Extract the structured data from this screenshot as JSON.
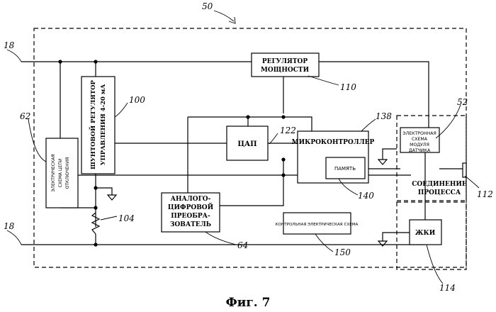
{
  "blocks": {
    "power_regulator": [
      "РЕГУЛЯТОР",
      "МОЩНОСТИ"
    ],
    "shunt_regulator": [
      "ШУНТОВОЙ РЕГУЛЯТОР",
      "УПРАВЛЕНИЯ 4-20 мА"
    ],
    "dac": "ЦАП",
    "microcontroller": "МИКРОКОНТРОЛЛЕР",
    "memory": "ПАМЯТЬ",
    "adc": [
      "АНАЛОГО-",
      "ЦИФРОВОЙ",
      "ПРЕОБРА-",
      "ЗОВАТЕЛЬ"
    ],
    "disconnect_circuit": [
      "ЭЛЕКТРИЧЕСКАЯ",
      "СХЕМА ЦЕПИ",
      "ОТКЛЮЧЕНИЯ"
    ],
    "control_circuit": "КОНТРОЛЬНАЯ ЭЛЕКТРИЧЕСКАЯ СХЕМА",
    "sensor_module_circuit": [
      "ЭЛЕКТРОННАЯ",
      "СХЕМА",
      "МОДУЛЯ",
      "ДАТЧИКА"
    ],
    "process_connection": [
      "СОЕДИНЕНИЕ",
      "ПРОЦЕССА"
    ],
    "lcd": "ЖКИ"
  },
  "refs": {
    "r50": "50",
    "r18_top": "18",
    "r18_bottom": "18",
    "r62": "62",
    "r100": "100",
    "r110": "110",
    "r122": "122",
    "r138": "138",
    "r52": "52",
    "r104": "104",
    "r140": "140",
    "r112": "112",
    "r64": "64",
    "r150": "150",
    "r114": "114"
  },
  "caption": "Фиг. 7"
}
